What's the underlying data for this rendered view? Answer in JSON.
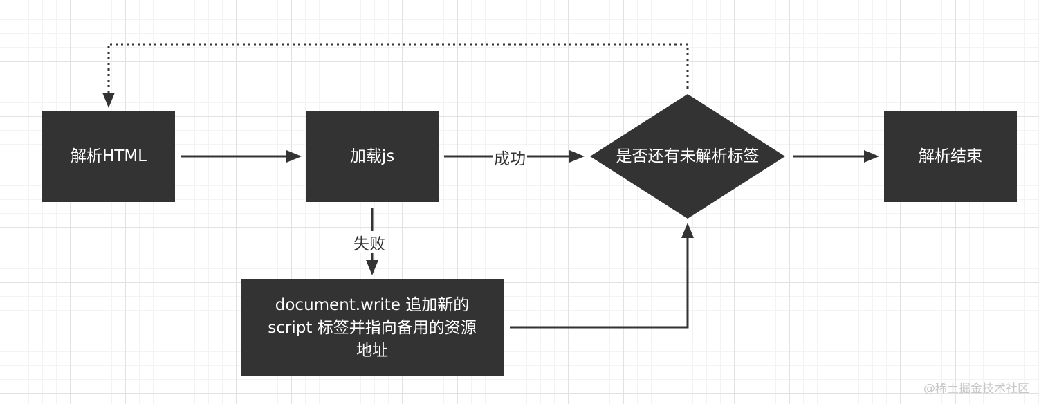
{
  "diagram": {
    "nodes": {
      "parse_html": "解析HTML",
      "load_js": "加载js",
      "decision": "是否还有未解析标签",
      "parse_end": "解析结束",
      "fallback": "document.write 追加新的 script 标签并指向备用的资源地址"
    },
    "edges": {
      "success": "成功",
      "fail": "失败"
    }
  },
  "watermark": "@稀土掘金技术社区",
  "colors": {
    "node_fill": "#333333",
    "node_text": "#ffffff",
    "line": "#333333"
  }
}
